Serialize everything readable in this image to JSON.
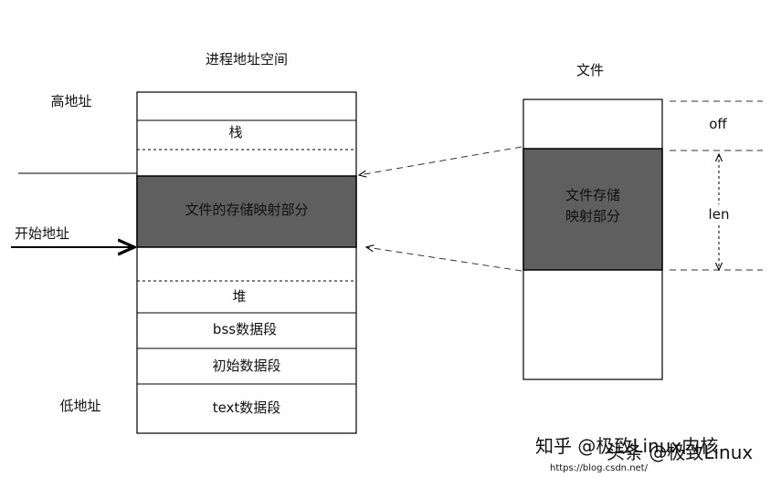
{
  "process": {
    "title": "进程地址空间",
    "high_addr": "高地址",
    "low_addr": "低地址",
    "start_addr": "开始地址",
    "segments": {
      "stack": "栈",
      "mmap": "文件的存储映射部分",
      "heap": "堆",
      "bss": "bss数据段",
      "init_data": "初始数据段",
      "text": "text数据段"
    }
  },
  "file": {
    "title": "文件",
    "mapped_line1": "文件存储",
    "mapped_line2": "映射部分",
    "off_label": "off",
    "len_label": "len"
  },
  "watermark": {
    "zhihu": "知乎 @极致Linux内核",
    "toutiao": "头条 @极致Linux",
    "csdn": "https://blog.csdn.net/"
  },
  "colors": {
    "mapped_fill": "#5f5f5f",
    "line": "#000000",
    "background": "#ffffff",
    "watermark_light": "#c8c8c8",
    "watermark_dark": "#111111",
    "csdn_gray": "#cccccc"
  }
}
